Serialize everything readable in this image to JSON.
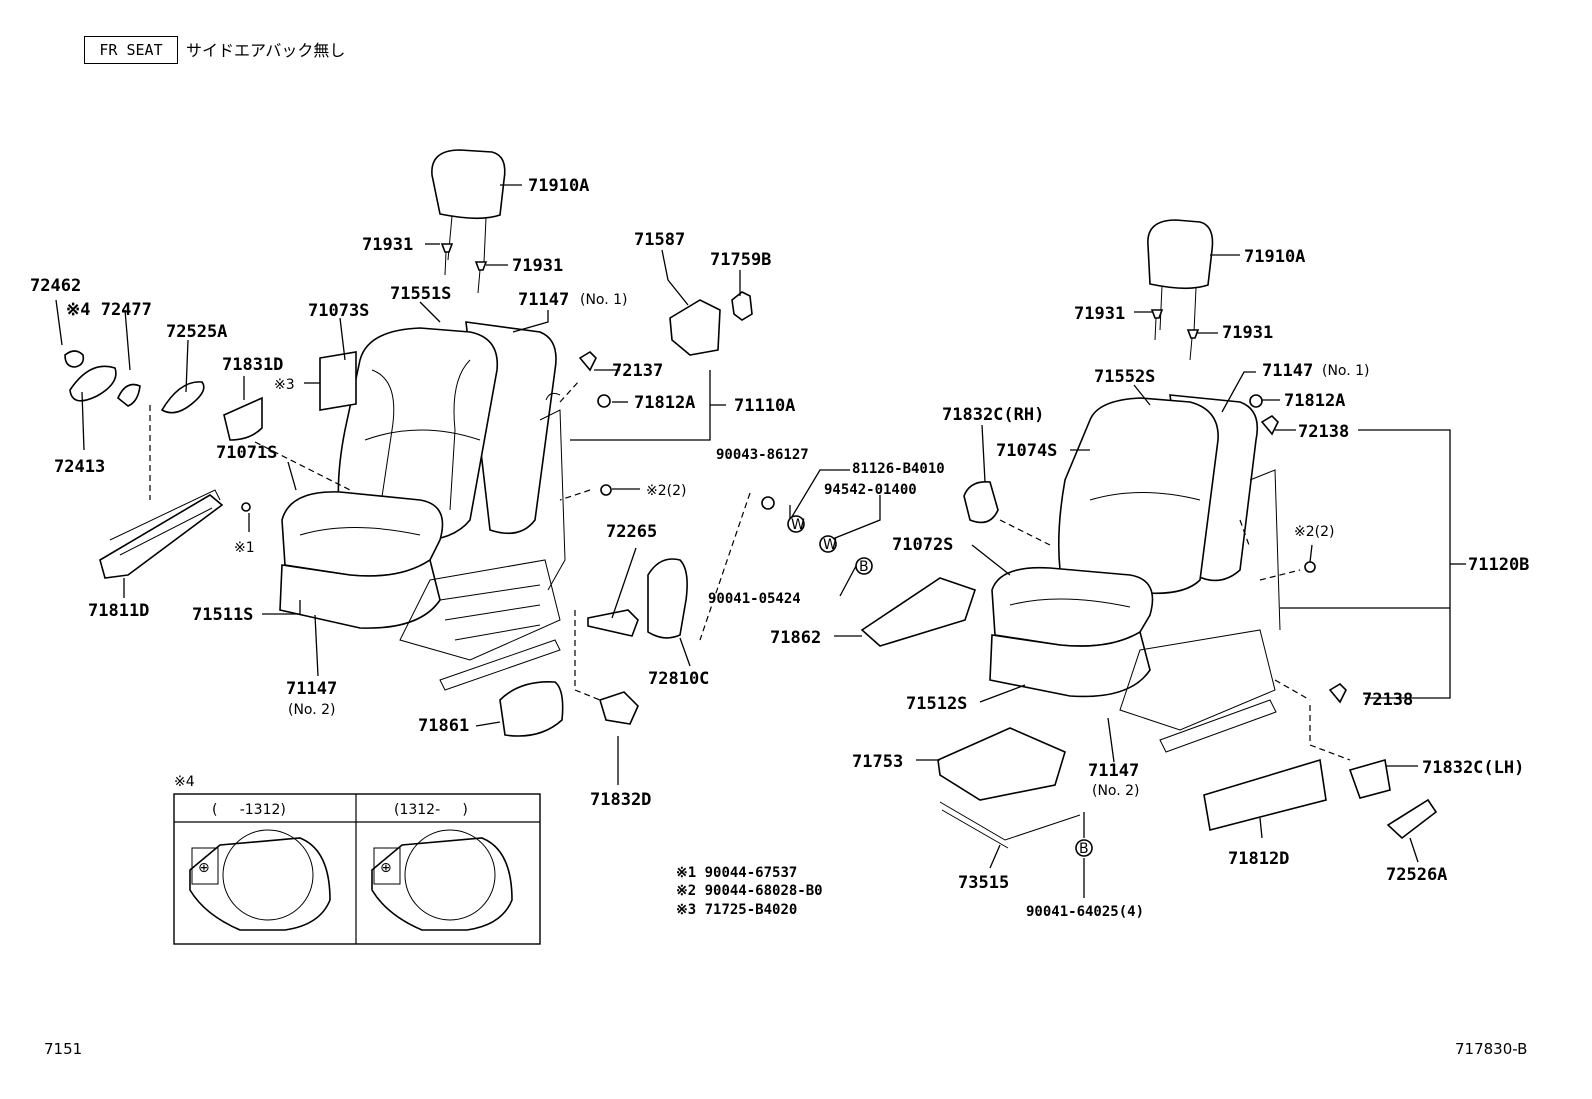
{
  "header": {
    "section_code": "FR SEAT",
    "note": "サイドエアバック無し"
  },
  "footer": {
    "page_ref": "7151",
    "figure_id": "717830-B"
  },
  "labels": {
    "l71910A_left": "71910A",
    "l71931_a": "71931",
    "l71931_b": "71931",
    "l72462": "72462",
    "l72477": "※4 72477",
    "l72525A": "72525A",
    "l71073S": "71073S",
    "l71551S": "71551S",
    "l71147no1_left": "71147",
    "l_no1_left": "(No. 1)",
    "l71587": "71587",
    "l71759B": "71759B",
    "l71831D": "71831D",
    "l_note3": "※3",
    "l72137": "72137",
    "l71812A_left": "71812A",
    "l71110A": "71110A",
    "l72413": "72413",
    "l71071S": "71071S",
    "l_note2_left": "※2(2)",
    "l_note1": "※1",
    "l71811D": "71811D",
    "l71511S": "71511S",
    "l71147no2_left": "71147",
    "l_no2_left": "(No. 2)",
    "l90043": "90043-86127",
    "l81126": "81126-B4010",
    "l94542": "94542-01400",
    "l72265": "72265",
    "l90041_05424": "90041-05424",
    "l72810C": "72810C",
    "l71861": "71861",
    "l71832D": "71832D",
    "l71910A_right": "71910A",
    "l71931_c": "71931",
    "l71931_d": "71931",
    "l71552S": "71552S",
    "l71147no1_right": "71147",
    "l_no1_right": "(No. 1)",
    "l71832C_RH": "71832C(RH)",
    "l71812A_right": "71812A",
    "l71074S": "71074S",
    "l72138_a": "72138",
    "l_note2_right": "※2(2)",
    "l71072S": "71072S",
    "l71120B": "71120B",
    "l71862": "71862",
    "l71512S": "71512S",
    "l72138_b": "72138",
    "l71753": "71753",
    "l71147no2_right": "71147",
    "l_no2_right": "(No. 2)",
    "l71832C_LH": "71832C(LH)",
    "l71812D": "71812D",
    "l72526A": "72526A",
    "l73515": "73515",
    "l90041_64025": "90041-64025(4)",
    "mark_W": "W",
    "mark_B": "B"
  },
  "notes": [
    "※1 90044-67537",
    "※2 90044-68028-B0",
    "※3 71725-B4020"
  ],
  "inset": {
    "title": "※4",
    "col_left": "(     -1312)",
    "col_right": "(1312-     )"
  }
}
